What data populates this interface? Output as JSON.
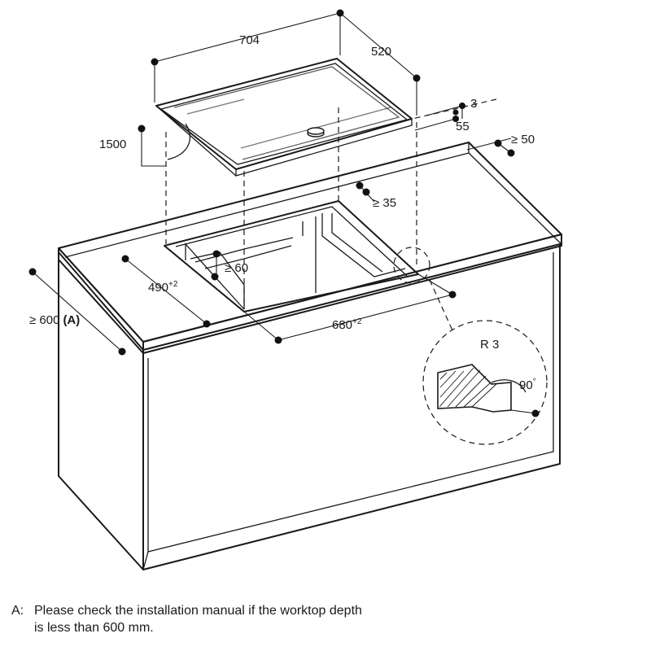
{
  "dimensions": {
    "hob_width": "704",
    "hob_depth": "520",
    "cable_length": "1500",
    "hob_thickness": "3",
    "hob_height": "55",
    "rear_clearance": "≥ 50",
    "cutout_to_rear_edge": "≥ 35",
    "front_clearance": "≥ 60",
    "cutout_depth": "490",
    "cutout_depth_tolerance": "+2",
    "cutout_width": "680",
    "cutout_width_tolerance": "+2",
    "worktop_depth": "≥ 600",
    "worktop_depth_note": "(A)",
    "edge_radius": "R 3",
    "edge_angle": "90",
    "edge_angle_unit": "°"
  },
  "footnote": {
    "key": "A:",
    "line1": "Please check the installation manual if the worktop depth",
    "line2": "is less than 600 mm."
  }
}
